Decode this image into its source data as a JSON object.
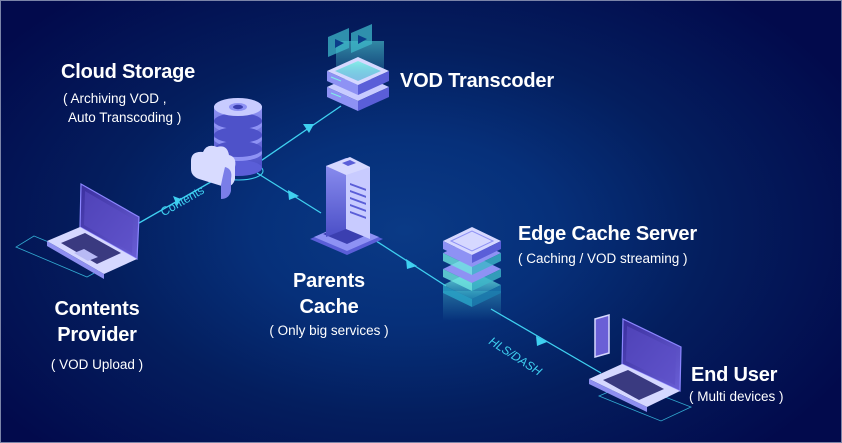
{
  "diagram": {
    "type": "VOD streaming architecture",
    "colors": {
      "background": "#020a4c",
      "background_glow": "#0a3a86",
      "link": "#3fd0f0",
      "device_purple": "#8e8ff0",
      "device_light": "#d8dbff",
      "teal_accent": "#6fe6e0"
    },
    "nodes": {
      "cloud_storage": {
        "title": "Cloud Storage",
        "sub1": "( Archiving VOD ,",
        "sub2": "Auto Transcoding )",
        "icon": "database-cloud-icon"
      },
      "vod_transcoder": {
        "title": "VOD Transcoder",
        "icon": "transcoder-icon"
      },
      "contents_provider": {
        "title1": "Contents",
        "title2": "Provider",
        "sub": "( VOD Upload )",
        "icon": "laptop-icon"
      },
      "parents_cache": {
        "title1": "Parents",
        "title2": "Cache",
        "sub": "( Only big services )",
        "icon": "server-tower-icon"
      },
      "edge_cache": {
        "title": "Edge Cache Server",
        "sub": "( Caching / VOD streaming )",
        "icon": "stacked-server-icon"
      },
      "end_user": {
        "title": "End User",
        "sub": "( Multi devices )",
        "icon": "laptop-phone-icon"
      }
    },
    "links": [
      {
        "from": "contents_provider",
        "to": "cloud_storage",
        "label": "Contents"
      },
      {
        "from": "cloud_storage",
        "to": "vod_transcoder",
        "label": ""
      },
      {
        "from": "cloud_storage",
        "to": "parents_cache",
        "label": ""
      },
      {
        "from": "parents_cache",
        "to": "edge_cache",
        "label": ""
      },
      {
        "from": "edge_cache",
        "to": "end_user",
        "label": "HLS/DASH"
      }
    ]
  }
}
